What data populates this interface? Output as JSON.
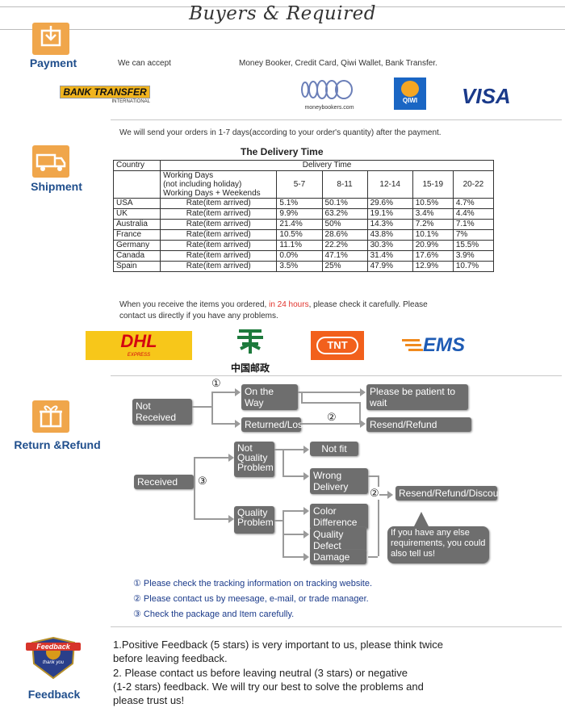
{
  "title": "Buyers & Required",
  "payment": {
    "label": "Payment",
    "accept_label": "We can accept",
    "methods": "Money Booker, Credit Card, Qiwi Wallet, Bank Transfer.",
    "logos": {
      "bank_transfer": "BANK TRANSFER",
      "bank_transfer_sub": "INTERNATIONAL",
      "moneybookers": "moneybookers.com",
      "qiwi": "QIWI",
      "visa": "VISA"
    }
  },
  "shipment": {
    "label": "Shipment",
    "intro": "We will send your orders in 1-7 days(according to your order's quantity) after the payment.",
    "table_title": "The Delivery Time",
    "col_country": "Country",
    "col_delivery": "Delivery Time",
    "working_days": [
      "Working Days",
      "(not including holiday)",
      "Working Days + Weekends"
    ],
    "ranges": [
      "5-7",
      "8-11",
      "12-14",
      "15-19",
      "20-22"
    ],
    "rows": [
      {
        "country": "USA",
        "rate": "Rate(item arrived)",
        "v": [
          "5.1%",
          "50.1%",
          "29.6%",
          "10.5%",
          "4.7%"
        ]
      },
      {
        "country": "UK",
        "rate": "Rate(item arrived)",
        "v": [
          "9.9%",
          "63.2%",
          "19.1%",
          "3.4%",
          "4.4%"
        ]
      },
      {
        "country": "Australia",
        "rate": "Rate(item arrived)",
        "v": [
          "21.4%",
          "50%",
          "14.3%",
          "7.2%",
          "7.1%"
        ]
      },
      {
        "country": "France",
        "rate": "Rate(item arrived)",
        "v": [
          "10.5%",
          "28.6%",
          "43.8%",
          "10.1%",
          "7%"
        ]
      },
      {
        "country": "Germany",
        "rate": "Rate(item arrived)",
        "v": [
          "11.1%",
          "22.2%",
          "30.3%",
          "20.9%",
          "15.5%"
        ]
      },
      {
        "country": "Canada",
        "rate": "Rate(item arrived)",
        "v": [
          "0.0%",
          "47.1%",
          "31.4%",
          "17.6%",
          "3.9%"
        ]
      },
      {
        "country": "Spain",
        "rate": "Rate(item arrived)",
        "v": [
          "3.5%",
          "25%",
          "47.9%",
          "12.9%",
          "10.7%"
        ]
      }
    ],
    "check_pre": "When you receive the items you ordered, ",
    "check_red": "in 24 hours",
    "check_post": ", please check it carefully. Please",
    "check_line2": "contact us directly if you have any problems.",
    "carriers": {
      "dhl": "DHL",
      "dhl_sub": "EXPRESS",
      "china_post": "中国邮政",
      "tnt": "TNT",
      "ems": "EMS"
    }
  },
  "refund": {
    "label": "Return &Refund",
    "not_received": "Not Received",
    "on_the_way": "On the Way",
    "returned_lost": "Returned/Lost",
    "be_patient": "Please be patient to wait",
    "resend_refund": "Resend/Refund",
    "received": "Received",
    "not_quality": "Not Quality Problem",
    "quality": "Quality Problem",
    "not_fit": "Not fit",
    "wrong_delivery": "Wrong Delivery",
    "color_diff": "Color Difference",
    "quality_defect": "Quality Defect",
    "damage": "Damage",
    "resend_refund_discount": "Resend/Refund/Discount",
    "bubble": "If you have any else requirements, you could also tell us!",
    "c1": "①",
    "c2": "②",
    "c3": "③",
    "notes": [
      "① Please check the tracking information on tracking website.",
      "② Please contact us by meesage, e-mail, or trade manager.",
      "③ Check the package and Item carefully."
    ]
  },
  "feedback": {
    "label": "Feedback",
    "badge": "Feedback",
    "badge_sub": "thank you",
    "line1": "1.Positive Feedback (5 stars) is very important to us, please think twice",
    "line2": "before leaving feedback.",
    "line3": "2. Please contact us before leaving neutral (3 stars) or negative",
    "line4": "(1-2 stars) feedback. We will try our best to solve the problems and",
    "line5": "please trust us!"
  }
}
